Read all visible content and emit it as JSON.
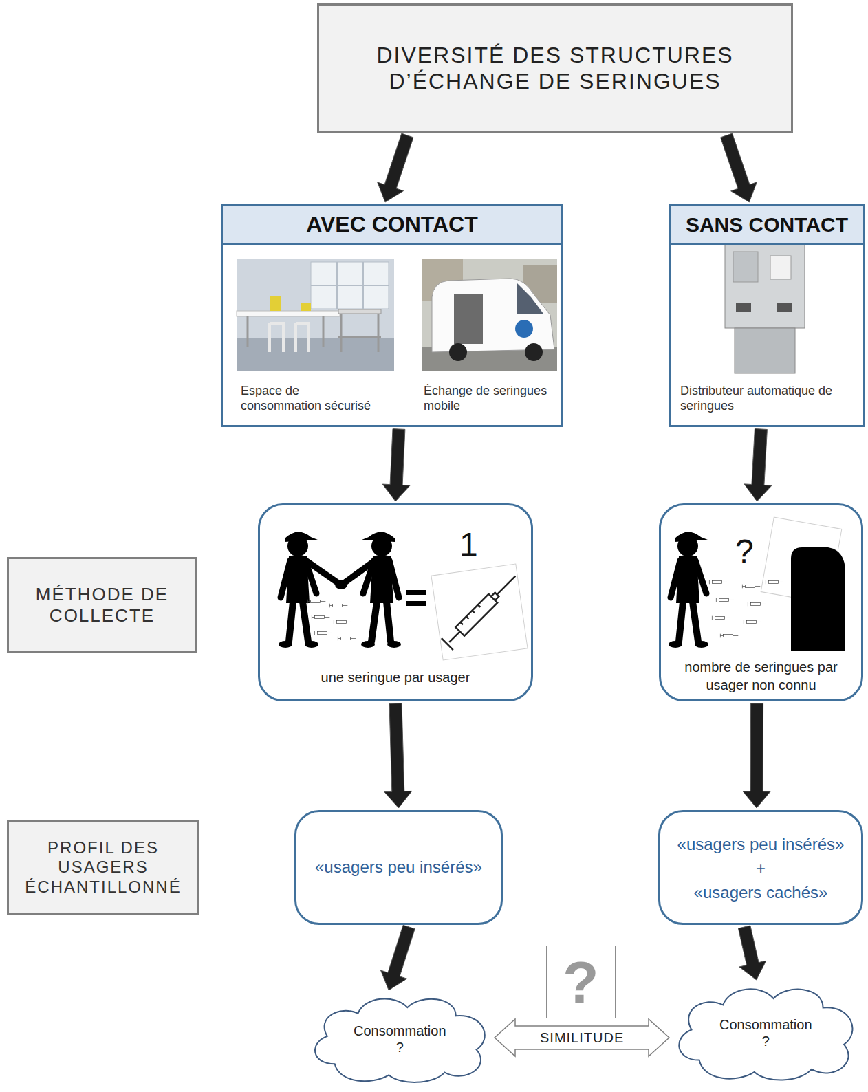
{
  "diagram": {
    "nodes": [
      {
        "text": [
          "DIVERSITÉ DES STRUCTURES D’ÉCHANGE DE SERINGUES"
        ]
      },
      {
        "text": [
          "AVEC CONTACT",
          "Espace de consommation sécurisé",
          "Échange de seringues mobile"
        ]
      },
      {
        "text": [
          "SANS CONTACT",
          "Distributeur automatique de seringues"
        ]
      },
      {
        "text": [
          "MÉTHODE DE COLLECTE"
        ]
      },
      {
        "text": [
          "1",
          "une seringue par usager"
        ]
      },
      {
        "text": [
          "?",
          "nombre de seringues par usager non connu"
        ]
      },
      {
        "text": [
          "PROFIL DES USAGERS ÉCHANTILLONNÉ"
        ]
      },
      {
        "text": [
          "«usagers peu insérés»"
        ]
      },
      {
        "text": [
          "«usagers peu insérés»",
          "+",
          "«usagers cachés»"
        ]
      },
      {
        "text": [
          "Consommation ?"
        ]
      },
      {
        "text": [
          "?"
        ]
      },
      {
        "text": [
          "Consommation ?"
        ]
      }
    ],
    "edges": [
      {
        "from": 0,
        "to": 1,
        "arrow": "to"
      },
      {
        "from": 0,
        "to": 2,
        "arrow": "to"
      },
      {
        "from": 1,
        "to": 4,
        "arrow": "to"
      },
      {
        "from": 2,
        "to": 5,
        "arrow": "to"
      },
      {
        "from": 4,
        "to": 7,
        "arrow": "to"
      },
      {
        "from": 5,
        "to": 8,
        "arrow": "to"
      },
      {
        "from": 7,
        "to": 9,
        "arrow": "to"
      },
      {
        "from": 8,
        "to": 11,
        "arrow": "to"
      },
      {
        "from": 9,
        "to": 11,
        "label": "SIMILITUDE",
        "arrow": "both"
      }
    ]
  }
}
